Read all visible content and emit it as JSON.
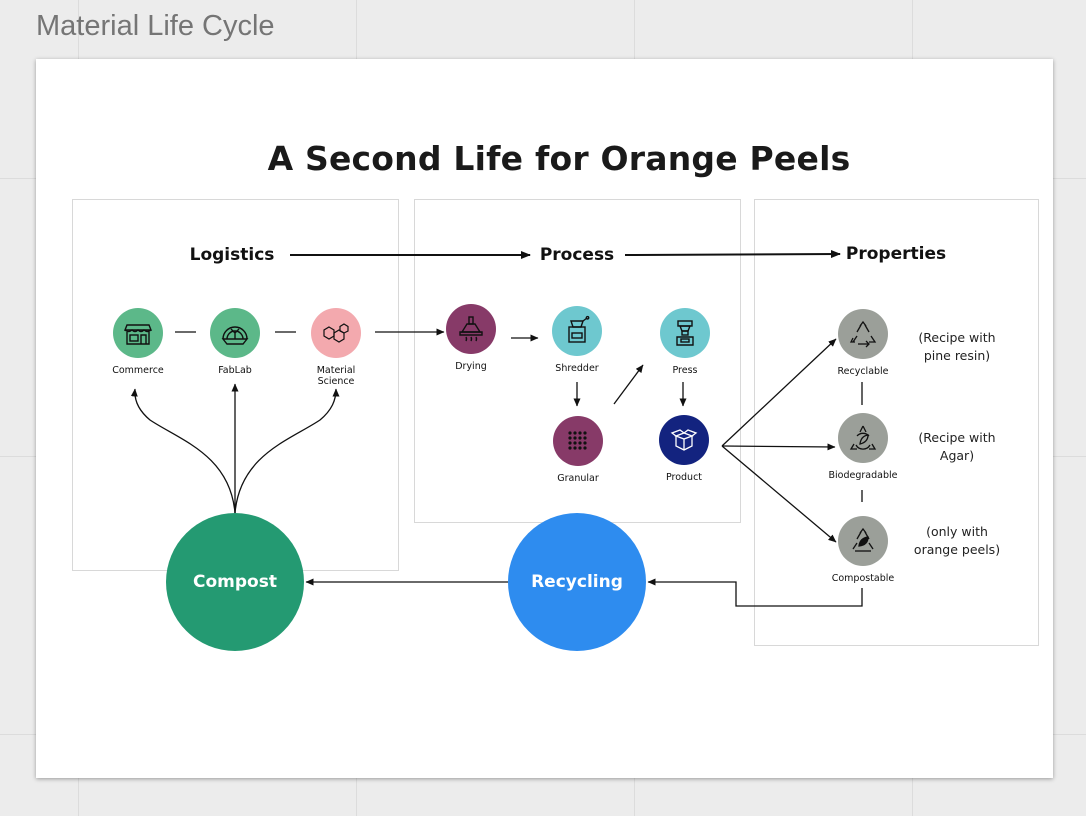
{
  "frame": {
    "title": "Material Life Cycle"
  },
  "diagram": {
    "title": "A Second Life for Orange Peels",
    "headings": {
      "logistics": "Logistics",
      "process": "Process",
      "properties": "Properties"
    },
    "nodes": {
      "commerce": "Commerce",
      "fablab": "FabLab",
      "material_science": "Material\nScience",
      "drying": "Drying",
      "shredder": "Shredder",
      "press": "Press",
      "granular": "Granular",
      "product": "Product",
      "recyclable": "Recyclable",
      "biodegradable": "Biodegradable",
      "compostable": "Compostable"
    },
    "notes": {
      "recyclable": "(Recipe with\npine resin)",
      "biodegradable": "(Recipe with\nAgar)",
      "compostable": "(only with\norange peels)"
    },
    "cycle": {
      "compost": "Compost",
      "recycling": "Recycling"
    },
    "colors": {
      "logistics_green": "#5cb889",
      "material_pink": "#f3a9ae",
      "process_purple": "#873a68",
      "process_teal": "#6ec8cf",
      "product_navy": "#13237f",
      "property_gray": "#9b9f99",
      "compost_green": "#249a72",
      "recycling_blue": "#2e8cef"
    },
    "icons": {
      "commerce": "storefront-icon",
      "fablab": "dome-icon",
      "material_science": "molecule-icon",
      "drying": "hood-icon",
      "shredder": "grinder-icon",
      "press": "press-icon",
      "granular": "dot-grid-icon",
      "product": "open-box-icon",
      "recyclable": "recycle-icon",
      "biodegradable": "biodegradable-icon",
      "compostable": "compostable-icon"
    }
  }
}
